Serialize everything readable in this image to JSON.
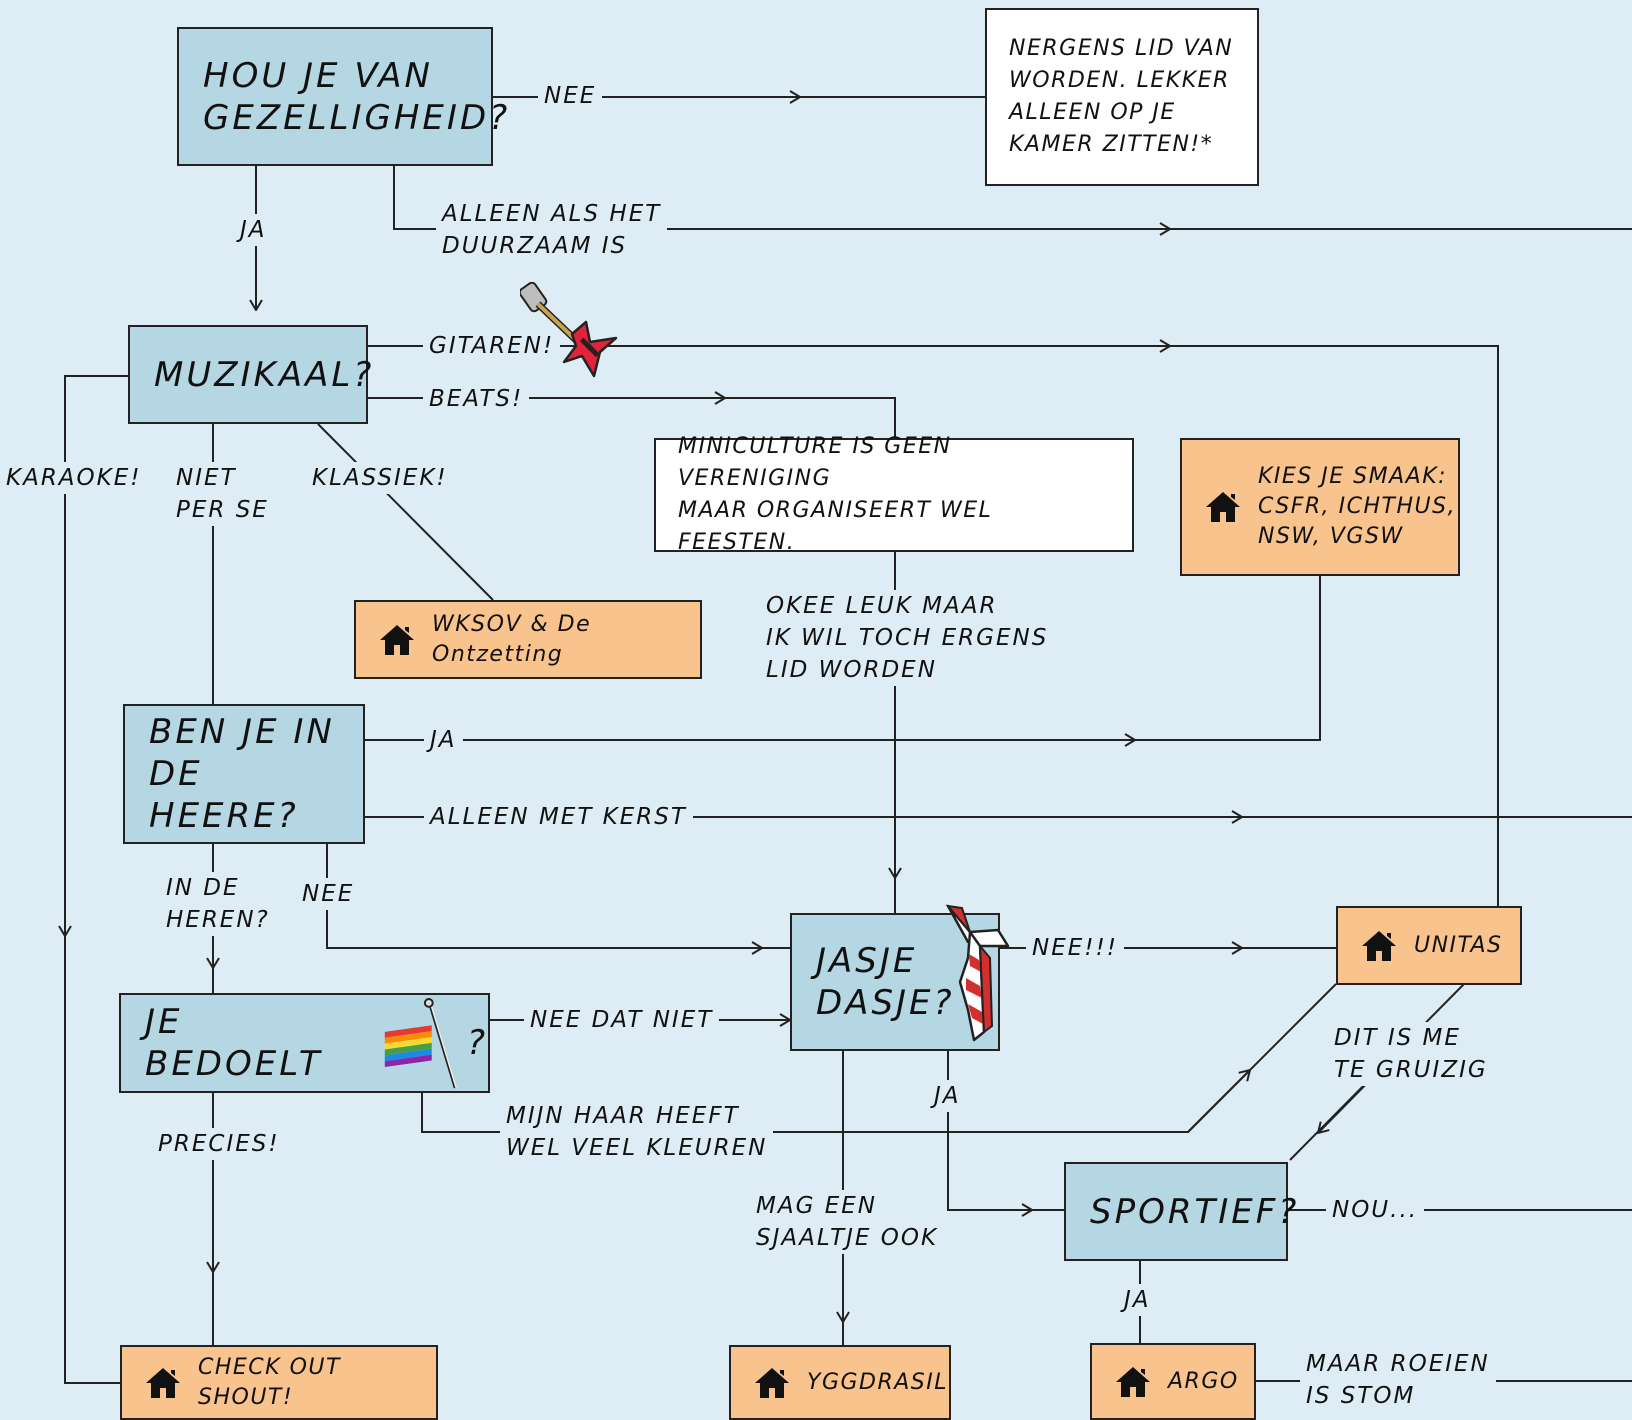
{
  "questions": {
    "gezelligheid": "Hou je van\ngezelligheid?",
    "muzikaal": "Muzikaal?",
    "heere": "Ben je in\nde Heere?",
    "bedoelt_before": "Je bedoelt",
    "bedoelt_after": "?",
    "jasje": "Jasje\ndasje?",
    "sportief": "Sportief?"
  },
  "notes": {
    "nergens": "Nergens lid van\nworden. Lekker\nalleen op je\nkamer zitten!*",
    "miniculture": "Miniculture is geen vereniging\nmaar organiseert wel feesten."
  },
  "destinations": {
    "wksov": "WKSOV & De Ontzetting",
    "kies": "Kies je smaak:\nCSFR, Ichthus,\nNSW, VGSW",
    "unitas": "Unitas",
    "shout": "Check out Shout!",
    "yggdrasil": "Yggdrasil",
    "argo": "Argo"
  },
  "edges": {
    "nee1": "Nee",
    "ja1": "Ja",
    "duurzaam": "Alleen als het\nduurzaam is",
    "gitaren": "Gitaren!",
    "beats": "Beats!",
    "karaoke": "Karaoke!",
    "niet_per_se": "Niet\nper se",
    "klassiek": "Klassiek!",
    "okee": "Okee leuk maar\nik wil toch ergens\nlid worden",
    "ja2": "Ja",
    "kerst": "Alleen met kerst",
    "in_de_heren": "In de\nheren?",
    "nee2": "Nee",
    "nee_dat_niet": "Nee dat niet",
    "nee3": "Nee!!!",
    "gruizig": "Dit is me\nte gruizig",
    "precies": "Precies!",
    "haar": "Mijn haar heeft\nwel veel kleuren",
    "ja3": "Ja",
    "sjaaltje": "Mag een\nsjaaltje ook",
    "nou": "Nou...",
    "ja4": "Ja",
    "roeien": "Maar roeien\nis stom"
  },
  "colors": {
    "background": "#deedf5",
    "question": "#b5d7e3",
    "destination": "#f9c38d",
    "note": "#ffffff"
  }
}
